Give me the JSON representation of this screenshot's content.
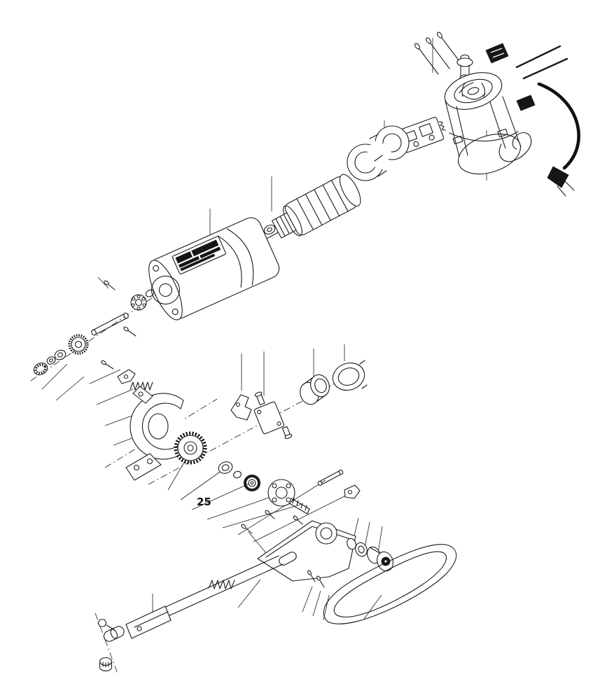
{
  "figure": {
    "type": "exploded-parts-diagram",
    "subject": "Electric power tool exploded assembly view: motor, gear housing, spindle and belt arm",
    "background_color": "#ffffff",
    "line_color": "#1c1c1c",
    "callouts": [
      {
        "label": "25"
      }
    ]
  }
}
